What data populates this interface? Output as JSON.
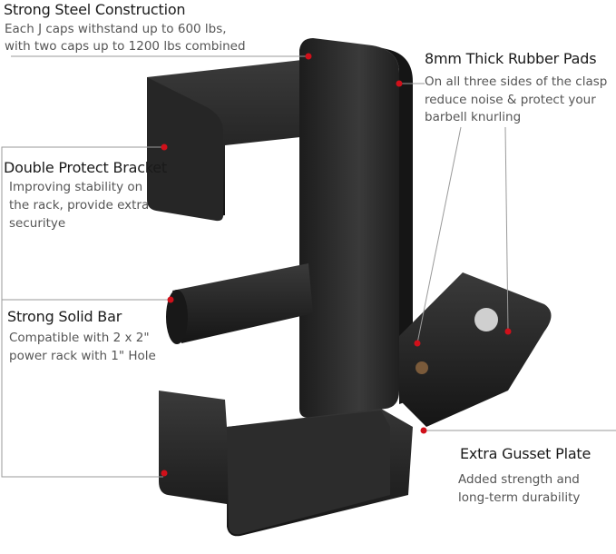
{
  "callouts": [
    {
      "title": "Strong Steel Construction",
      "lines": [
        "Each J caps withstand up to 600 lbs,",
        "with two caps up to 1200 lbs combined"
      ]
    },
    {
      "title": "Double Protect Bracket",
      "lines": [
        "Improving stability on",
        "the rack, provide extra",
        "securitye"
      ]
    },
    {
      "title": "Strong Solid Bar",
      "lines": [
        "Compatible with 2 x 2\"",
        "power rack with 1\" Hole"
      ]
    },
    {
      "title": "8mm Thick Rubber Pads",
      "lines": [
        "On all three sides of the clasp",
        "reduce noise & protect your",
        "barbell knurling"
      ]
    },
    {
      "title": "Extra Gusset Plate",
      "lines": [
        "Added strength and",
        "long-term durability"
      ]
    }
  ],
  "colors": {
    "marker": "#d0101a",
    "product": "#2a2a2a",
    "line": "#9a9a9a"
  }
}
